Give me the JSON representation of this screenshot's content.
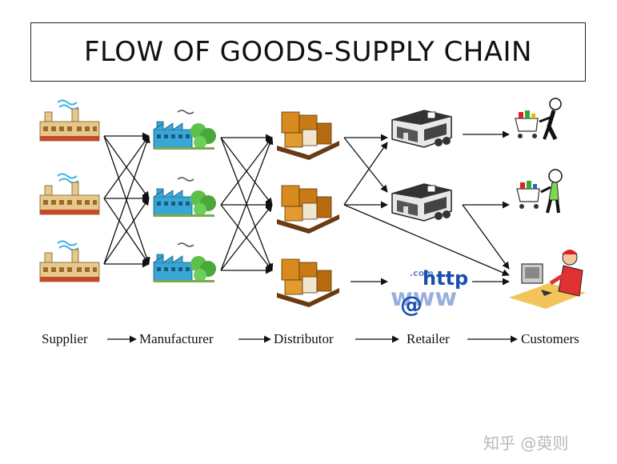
{
  "title": "FLOW OF GOODS-SUPPLY CHAIN",
  "stages": [
    {
      "label": "Supplier",
      "icon": "factory-icon"
    },
    {
      "label": "Manufacturer",
      "icon": "manufacturing-plant-icon"
    },
    {
      "label": "Distributor",
      "icon": "pallet-boxes-icon"
    },
    {
      "label": "Retailer",
      "icon": "store-icon"
    },
    {
      "label": "Customers",
      "icon": "shopper-icon"
    }
  ],
  "internet_label": "http",
  "internet_small_text": ".com",
  "internet_www": "www",
  "internet_at": "@",
  "watermark": "知乎 @萸则",
  "colors": {
    "factory": "#e6c88a",
    "plant_blue": "#3aa6d6",
    "tree_green": "#5cc04a",
    "box_orange": "#d98a1e",
    "http_blue": "#1a4fb0"
  }
}
